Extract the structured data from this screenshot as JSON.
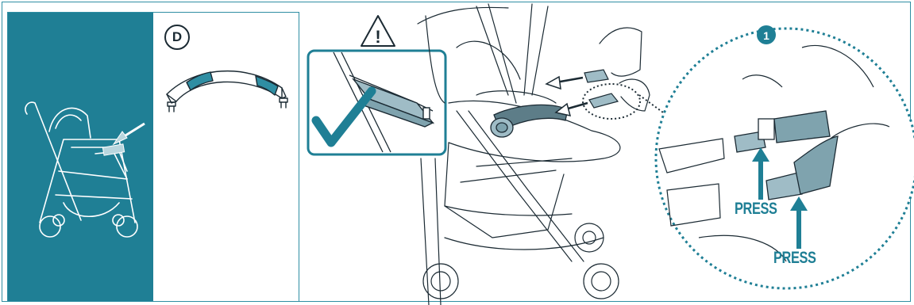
{
  "colors": {
    "accent": "#1f7f95",
    "ink": "#1b2a33",
    "frame": "#2f8ea3",
    "part_fill": "#9fbcc6",
    "part_dark": "#5d7d88"
  },
  "left_panel": {
    "part_label": "D"
  },
  "warning": {
    "icon": "warning-triangle-icon",
    "symbol": "!"
  },
  "detail": {
    "step_number": "1",
    "press_label_1": "PRESS",
    "press_label_2": "PRESS"
  },
  "icons": [
    "warning-triangle-icon",
    "checkmark-icon",
    "arrow-icon"
  ]
}
